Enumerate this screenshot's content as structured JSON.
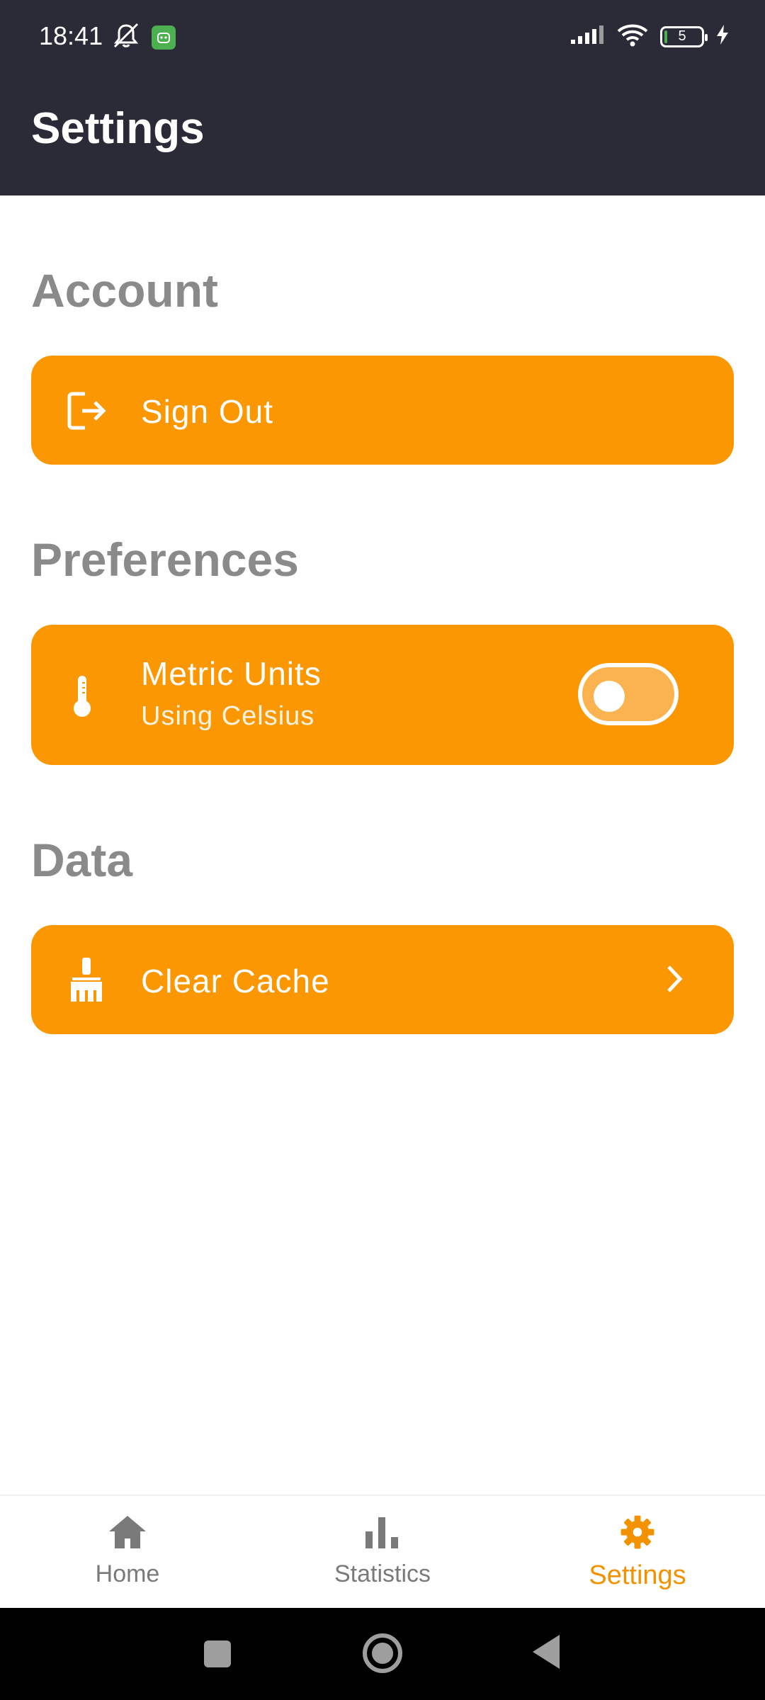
{
  "status_bar": {
    "time": "18:41",
    "battery_level": "5"
  },
  "app_bar": {
    "title": "Settings"
  },
  "sections": {
    "account": {
      "title": "Account",
      "sign_out_label": "Sign Out",
      "sign_out_icon": "logout-icon"
    },
    "preferences": {
      "title": "Preferences",
      "metric_label": "Metric Units",
      "metric_sublabel": "Using Celsius",
      "metric_icon": "thermometer-icon",
      "metric_enabled": false
    },
    "data": {
      "title": "Data",
      "clear_cache_label": "Clear Cache",
      "clear_cache_icon": "broom-icon"
    }
  },
  "bottom_nav": {
    "items": [
      {
        "label": "Home",
        "icon": "home-icon",
        "active": false
      },
      {
        "label": "Statistics",
        "icon": "bar-chart-icon",
        "active": false
      },
      {
        "label": "Settings",
        "icon": "gear-icon",
        "active": true
      }
    ]
  },
  "colors": {
    "accent": "#fb9702",
    "topbar": "#2b2b38",
    "section_title": "#8a8a8a",
    "nav_active": "#f39200",
    "nav_inactive": "#7a7a7a"
  }
}
